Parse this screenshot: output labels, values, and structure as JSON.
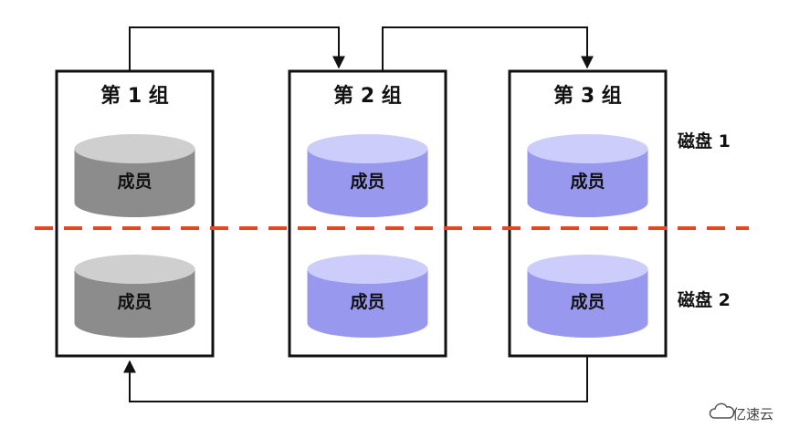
{
  "groups": [
    {
      "title": "第 1 组",
      "members": [
        "成员",
        "成员"
      ],
      "failed": true
    },
    {
      "title": "第 2 组",
      "members": [
        "成员",
        "成员"
      ],
      "failed": false
    },
    {
      "title": "第 3 组",
      "members": [
        "成员",
        "成员"
      ],
      "failed": false
    }
  ],
  "disk_labels": [
    "磁盘 1",
    "磁盘 2"
  ],
  "watermark": "亿速云",
  "colors": {
    "failed_top": "#cfcfcf",
    "failed_side": "#8c8c8c",
    "active_top": "#cdcdfb",
    "active_side": "#9898ee",
    "divider": "#e8461e",
    "outline": "#111111"
  }
}
